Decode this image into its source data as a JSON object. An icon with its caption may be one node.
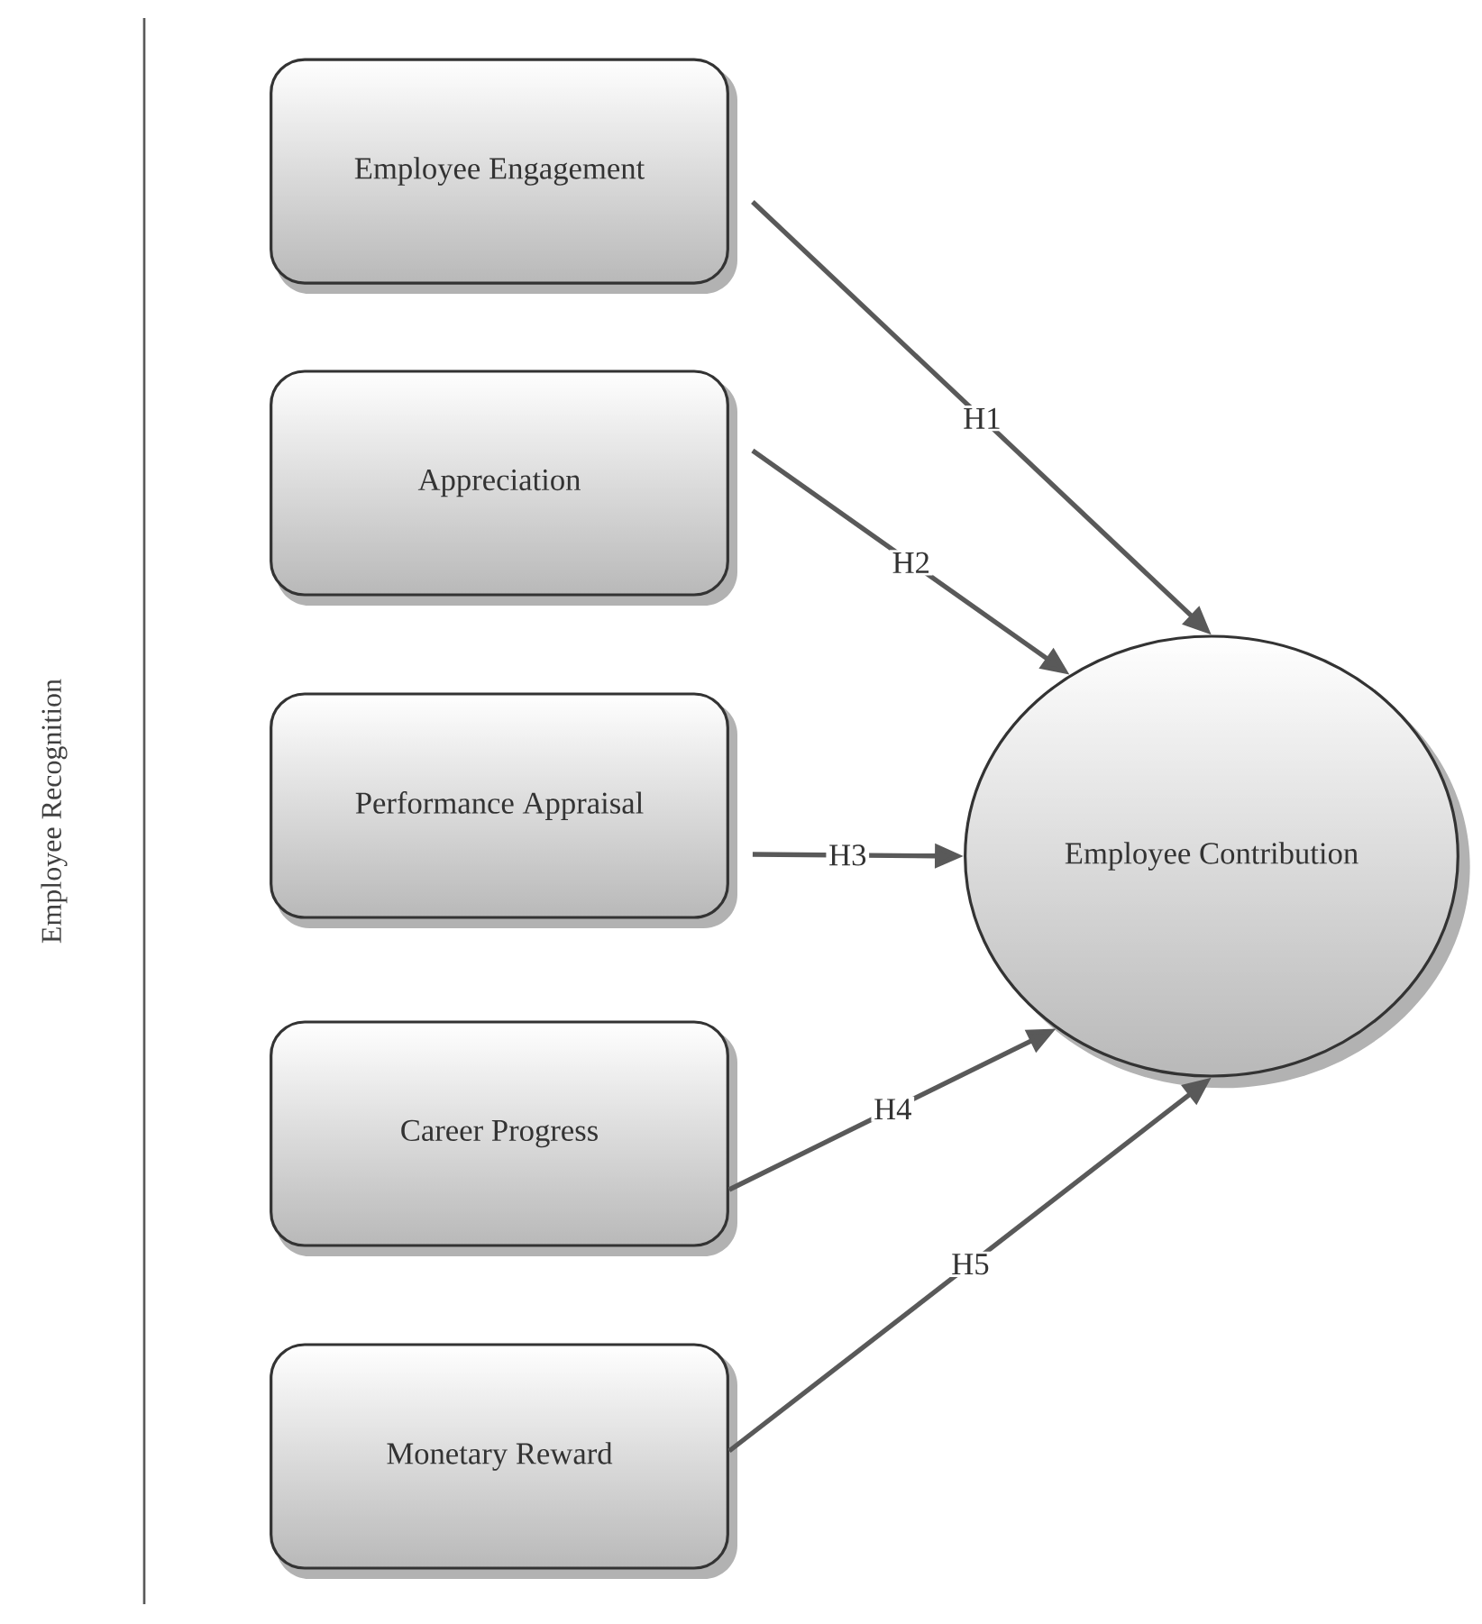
{
  "diagram": {
    "nodes": [
      {
        "text": [
          "Employee Engagement"
        ]
      },
      {
        "text": [
          "Appreciation"
        ]
      },
      {
        "text": [
          "Performance Appraisal"
        ]
      },
      {
        "text": [
          "Career Progress"
        ]
      },
      {
        "text": [
          "Monetary Reward"
        ]
      },
      {
        "text": [
          "Employee Contribution"
        ]
      }
    ],
    "edges": [
      {
        "from": 0,
        "to": 5,
        "arrow": "to",
        "label": "H1"
      },
      {
        "from": 1,
        "to": 5,
        "arrow": "to",
        "label": "H2"
      },
      {
        "from": 2,
        "to": 5,
        "arrow": "to",
        "label": "H3"
      },
      {
        "from": 3,
        "to": 5,
        "arrow": "to",
        "label": "H4"
      },
      {
        "from": 4,
        "to": 5,
        "arrow": "to",
        "label": "H5"
      }
    ],
    "labels": [
      "Employee Recognition"
    ]
  }
}
